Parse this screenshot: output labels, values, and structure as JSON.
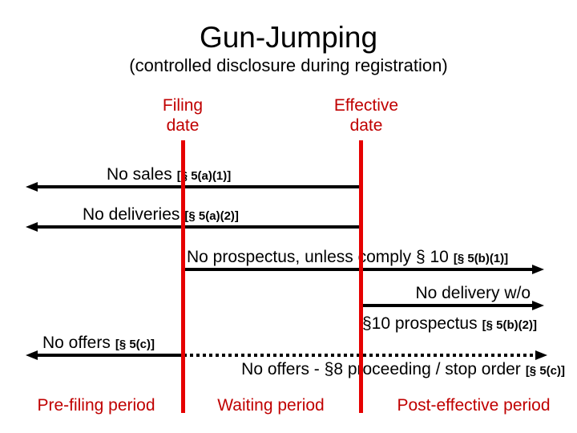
{
  "slide": {
    "title": "Gun-Jumping",
    "subtitle": "(controlled disclosure during registration)"
  },
  "markers": {
    "filing": {
      "line1": "Filing",
      "line2": "date"
    },
    "effective": {
      "line1": "Effective",
      "line2": "date"
    }
  },
  "restrictions": {
    "no_sales": {
      "label": "No sales",
      "cite": "[§ 5(a)(1)]"
    },
    "no_deliveries": {
      "label": "No deliveries",
      "cite": "[§ 5(a)(2)]"
    },
    "no_prospectus": {
      "label": "No prospectus, unless comply § 10",
      "cite": "[§ 5(b)(1)]"
    },
    "no_delivery_wo": {
      "label_top": "No delivery w/o",
      "label_bottom": "§10 prospectus",
      "cite": "[§ 5(b)(2)]"
    },
    "no_offers": {
      "label": "No offers",
      "cite": "[§ 5(c)]"
    },
    "no_offers_post": {
      "label": "No offers - §8 proceeding / stop order",
      "cite": "[§ 5(c)]"
    }
  },
  "periods": {
    "pre_filing": "Pre-filing period",
    "waiting": "Waiting period",
    "post_effective": "Post-effective period"
  },
  "colors": {
    "red_text": "#c00000",
    "red_line": "#e60000",
    "black": "#000000"
  }
}
